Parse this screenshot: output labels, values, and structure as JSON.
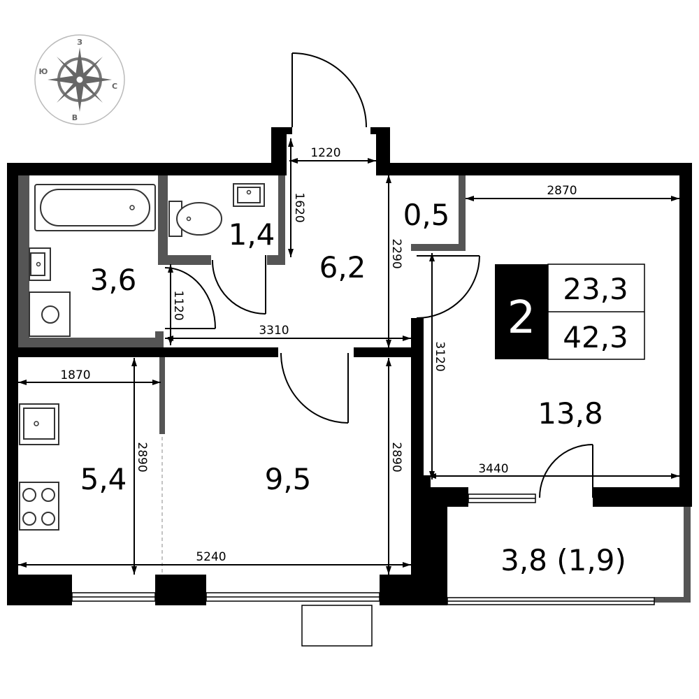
{
  "compass": {
    "north": "З",
    "south": "В",
    "west": "Ю",
    "east": "С"
  },
  "badge": {
    "rooms": "2",
    "living_area": "23,3",
    "total_area": "42,3"
  },
  "rooms": {
    "bathroom": "3,6",
    "toilet": "1,4",
    "hall": "6,2",
    "closet": "0,5",
    "bedroom": "13,8",
    "kitchen": "5,4",
    "living": "9,5",
    "balcony": "3,8 (1,9)"
  },
  "dimensions": {
    "entry_width": "1220",
    "entry_depth": "1620",
    "hall_height": "2290",
    "bedroom_width": "2870",
    "bathroom_door": "1120",
    "corridor_width": "3310",
    "bedroom_depth": "3120",
    "kitchen_width": "1870",
    "kitchen_depth": "2890",
    "living_depth": "2890",
    "bedroom_width_bottom": "3440",
    "total_width": "5240"
  },
  "colors": {
    "wall": "#000000",
    "partition": "#555555",
    "badge_bg": "#000000"
  }
}
